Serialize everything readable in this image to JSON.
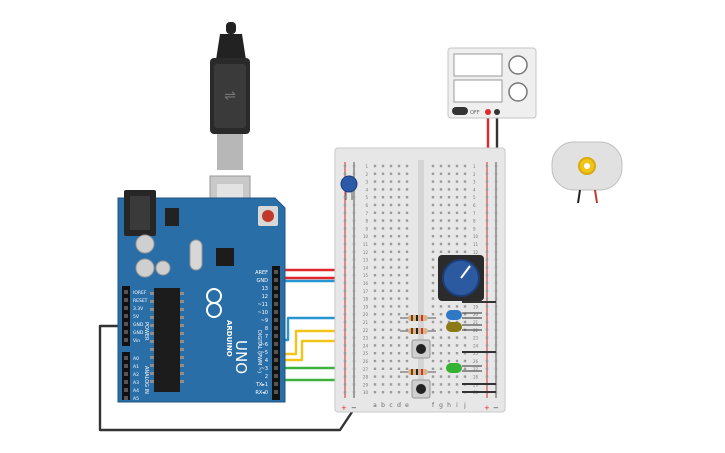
{
  "arduino": {
    "brand": "ARDUINO",
    "model": "UNO",
    "digital_label": "DIGITAL (PWM ~)",
    "power_label": "POWER",
    "analog_label": "ANALOG IN",
    "header_top": [
      "AREF",
      "GND",
      "13",
      "12",
      "~11",
      "~10",
      "~9",
      "8",
      "7",
      "~6",
      "~5",
      "4",
      "~3",
      "2",
      "TX▸1",
      "RX◂0"
    ],
    "power_pins": [
      "IOREF",
      "RESET",
      "3.3V",
      "5V",
      "GND",
      "GND",
      "Vin"
    ],
    "analog_pins": [
      "A0",
      "A1",
      "A2",
      "A3",
      "A4",
      "A5"
    ]
  },
  "breadboard": {
    "columns": [
      "a",
      "b",
      "c",
      "d",
      "e",
      "f",
      "g",
      "h",
      "i",
      "j"
    ],
    "row_start": 1,
    "row_end": 30,
    "rail_plus": "+",
    "rail_minus": "−"
  },
  "power_supply": {
    "switch_label": "OFF"
  },
  "colors": {
    "board": "#2a6ea8",
    "wire_red": "#e0272a",
    "wire_black": "#333333",
    "wire_blue": "#2596d1",
    "wire_yellow": "#f2c318",
    "wire_green": "#3cb23c",
    "led_blue": "#2f78c4",
    "led_olive": "#8c7a17",
    "led_green": "#35b233"
  }
}
